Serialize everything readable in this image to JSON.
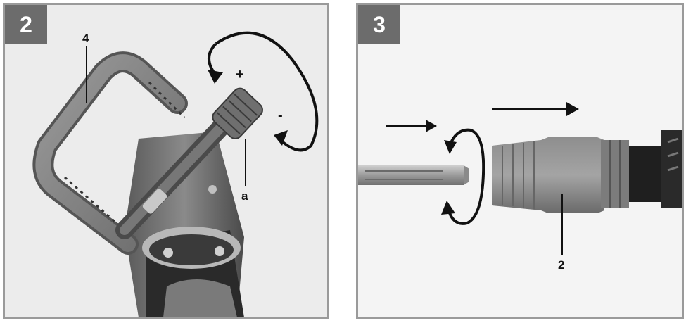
{
  "panels": [
    {
      "number": "2",
      "labels": {
        "handle": "4",
        "knob": "a"
      },
      "rotation_signs": {
        "plus": "+",
        "minus": "-"
      }
    },
    {
      "number": "3",
      "labels": {
        "chuck": "2"
      }
    }
  ]
}
